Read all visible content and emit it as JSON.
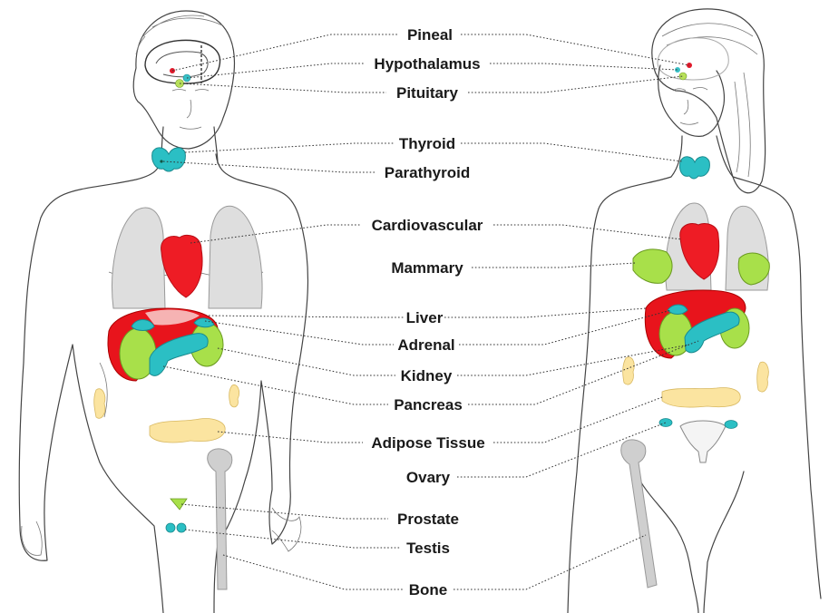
{
  "labels": [
    {
      "key": "pineal",
      "text": "Pineal"
    },
    {
      "key": "hypothalamus",
      "text": "Hypothalamus"
    },
    {
      "key": "pituitary",
      "text": "Pituitary"
    },
    {
      "key": "thyroid",
      "text": "Thyroid"
    },
    {
      "key": "parathyroid",
      "text": "Parathyroid"
    },
    {
      "key": "cardiovascular",
      "text": "Cardiovascular"
    },
    {
      "key": "mammary",
      "text": "Mammary"
    },
    {
      "key": "liver",
      "text": "Liver"
    },
    {
      "key": "adrenal",
      "text": "Adrenal"
    },
    {
      "key": "kidney",
      "text": "Kidney"
    },
    {
      "key": "pancreas",
      "text": "Pancreas"
    },
    {
      "key": "adipose",
      "text": "Adipose Tissue"
    },
    {
      "key": "ovary",
      "text": "Ovary"
    },
    {
      "key": "prostate",
      "text": "Prostate"
    },
    {
      "key": "testis",
      "text": "Testis"
    },
    {
      "key": "bone",
      "text": "Bone"
    }
  ],
  "colors": {
    "heart": "#ee1c25",
    "liver": "#e8141c",
    "liver_highlight": "#f6b3b3",
    "kidney": "#a8e04a",
    "pancreas_adrenal_thyroid": "#2bbfc4",
    "lungs": "#dedede",
    "adipose": "#fbe4a0",
    "bone": "#cfcfcf",
    "pineal_dot": "#e0192a",
    "pituitary_dot": "#b8e05a",
    "hypothalamus_dot": "#37c0c6"
  }
}
